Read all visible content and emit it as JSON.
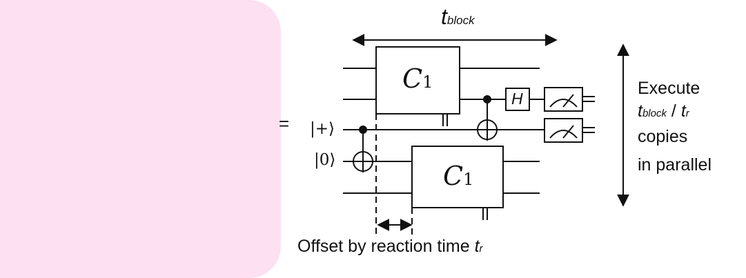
{
  "colors": {
    "panel": "#fde0f1",
    "ink": "#111111"
  },
  "t_block": {
    "symbol": "t",
    "subscript": "block"
  },
  "block_label": {
    "letter": "C",
    "subscript": "1"
  },
  "gate_h": "H",
  "kets": {
    "plus": "|+⟩",
    "zero": "|0⟩"
  },
  "equals_sign": "=",
  "side_note": {
    "line1": "Execute",
    "t_symbol": "t",
    "t_sub": "block",
    "slash": " / ",
    "r_symbol": "t",
    "r_sub": "r",
    "line3": "copies",
    "line4": "in parallel"
  },
  "offset_caption": {
    "text": "Offset by reaction time ",
    "symbol": "t",
    "subscript": "r"
  },
  "icons": [
    "measurement-meter-icon",
    "cnot-target-icon",
    "control-dot-icon",
    "double-arrow-icon"
  ]
}
